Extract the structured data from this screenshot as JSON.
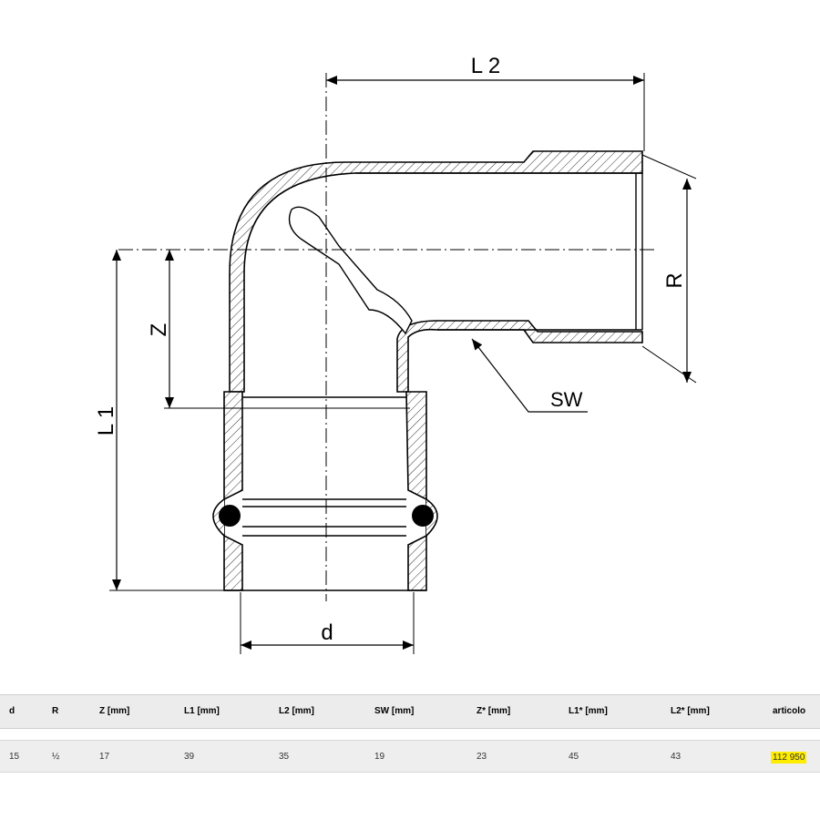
{
  "drawing": {
    "labels": {
      "L1": "L 1",
      "L2": "L 2",
      "Z": "Z",
      "R": "R",
      "SW": "SW",
      "d": "d"
    }
  },
  "table": {
    "headers": [
      "d",
      "R",
      "Z [mm]",
      "L1 [mm]",
      "L2 [mm]",
      "SW [mm]",
      "Z* [mm]",
      "L1* [mm]",
      "L2* [mm]",
      "articolo"
    ],
    "row": [
      "15",
      "½",
      "17",
      "39",
      "35",
      "19",
      "23",
      "45",
      "43",
      "112 950"
    ],
    "highlight_color": "#ffed00"
  }
}
